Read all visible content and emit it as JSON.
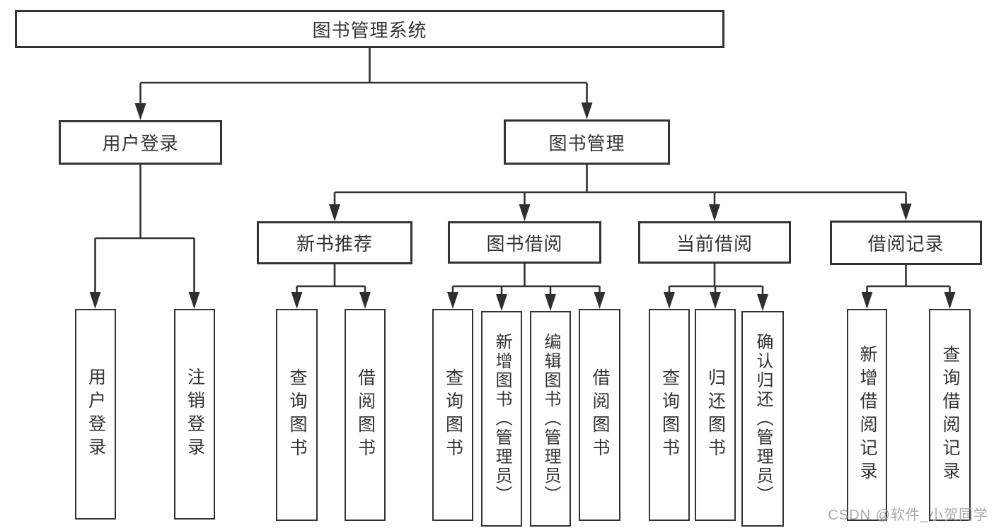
{
  "diagram": {
    "tree": {
      "label": "图书管理系统",
      "children": [
        {
          "label": "用户登录",
          "children": [
            {
              "label": "用户登录"
            },
            {
              "label": "注销登录"
            }
          ]
        },
        {
          "label": "图书管理",
          "children": [
            {
              "label": "新书推荐",
              "children": [
                {
                  "label": "查询图书"
                },
                {
                  "label": "借阅图书"
                }
              ]
            },
            {
              "label": "图书借阅",
              "children": [
                {
                  "label": "查询图书"
                },
                {
                  "label": "新增图书（管理员）"
                },
                {
                  "label": "编辑图书（管理员）"
                },
                {
                  "label": "借阅图书"
                }
              ]
            },
            {
              "label": "当前借阅",
              "children": [
                {
                  "label": "查询图书"
                },
                {
                  "label": "归还图书"
                },
                {
                  "label": "确认归还（管理员）"
                }
              ]
            },
            {
              "label": "借阅记录",
              "children": [
                {
                  "label": "新增借阅记录"
                },
                {
                  "label": "查询借阅记录"
                }
              ]
            }
          ]
        }
      ]
    }
  },
  "watermark": {
    "text": "CSDN @软件_小贺同学"
  },
  "colors": {
    "line": "#333333",
    "box_border": "#333333",
    "text": "#333333",
    "watermark": "#9e9e9e",
    "background": "#ffffff"
  }
}
